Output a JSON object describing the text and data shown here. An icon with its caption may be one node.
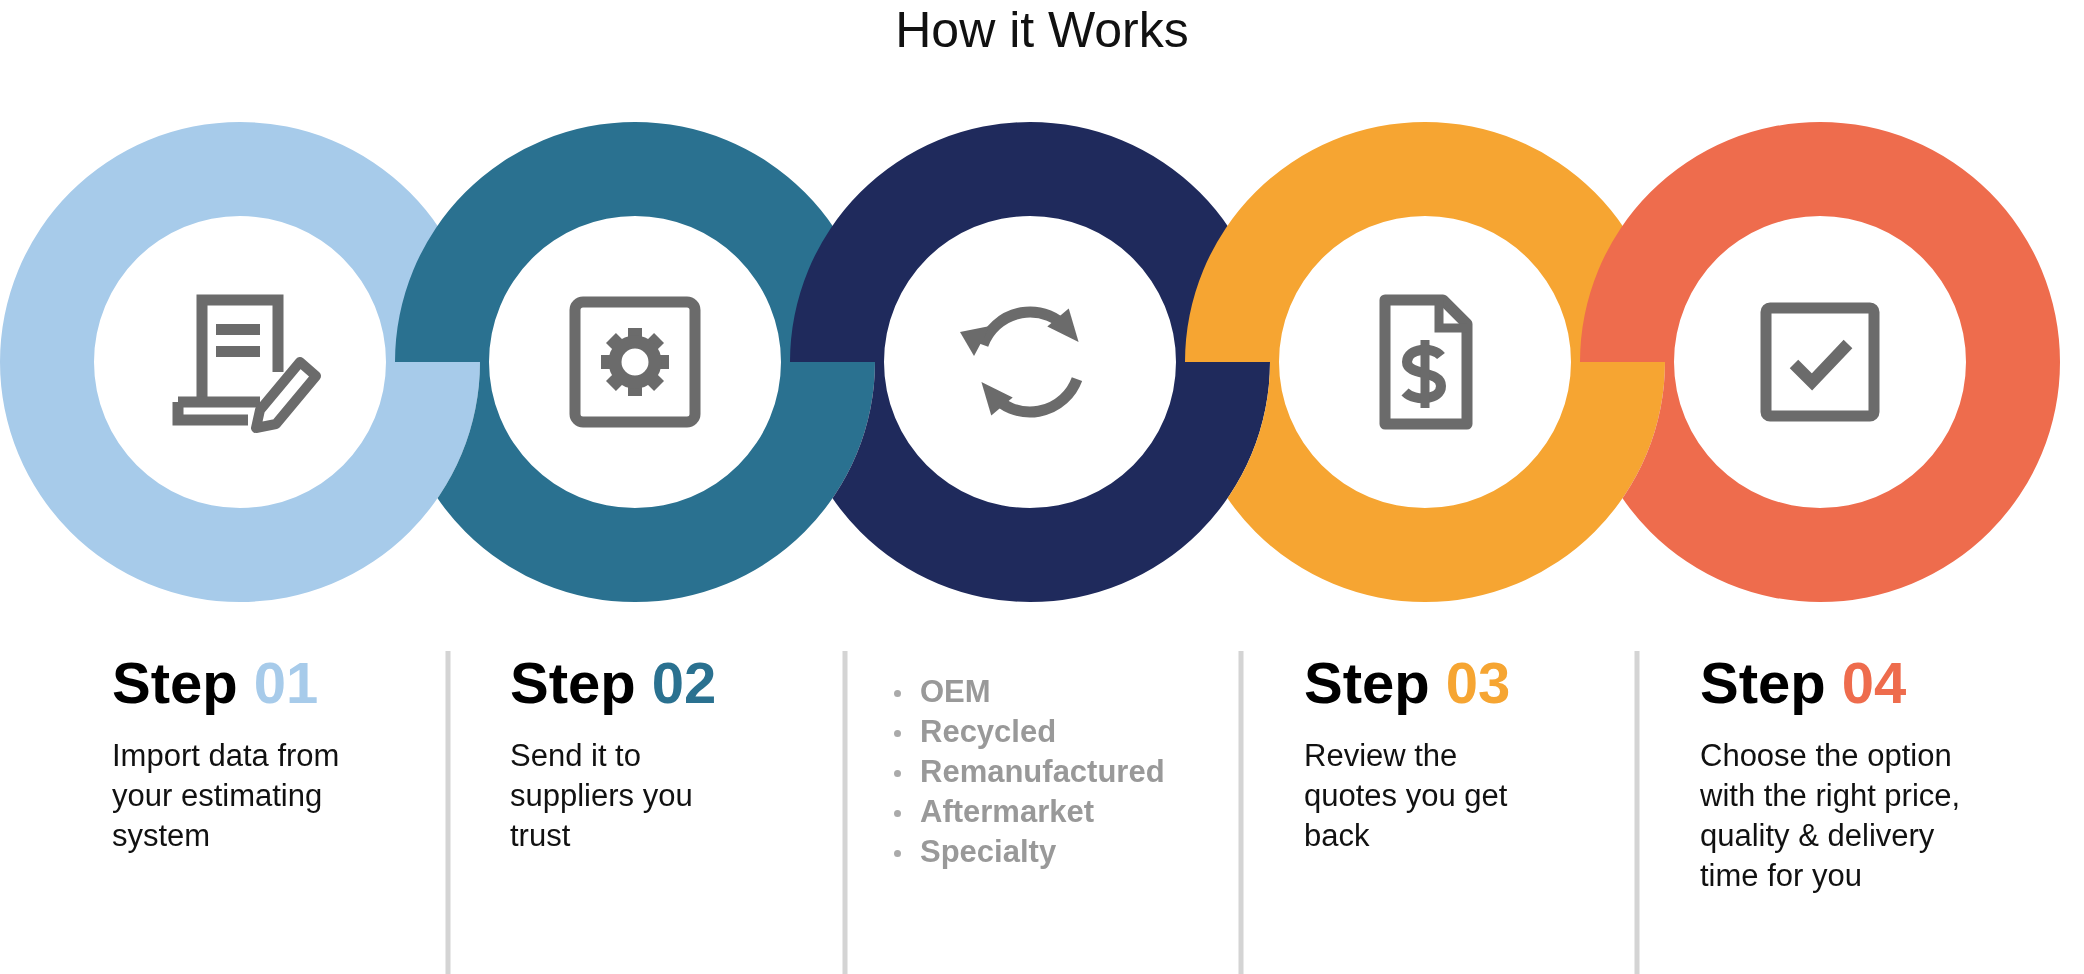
{
  "diagram": {
    "title": "How it Works",
    "nodes": [
      {
        "text": [],
        "shape": "circle",
        "beside": [
          "Step 01",
          "Import data from your estimating system"
        ]
      },
      {
        "text": [],
        "shape": "circle",
        "beside": [
          "Step 02",
          "Send it to suppliers you trust"
        ]
      },
      {
        "text": [],
        "shape": "circle",
        "beside": [
          "OEM",
          "Recycled",
          "Remanufactured",
          "Aftermarket",
          "Specialty"
        ]
      },
      {
        "text": [],
        "shape": "circle",
        "beside": [
          "Step 03",
          "Review the quotes you get back"
        ]
      },
      {
        "text": [],
        "shape": "circle",
        "beside": [
          "Step 04",
          "Choose the option with the right price, quality & delivery time for you"
        ]
      }
    ],
    "edges": []
  }
}
